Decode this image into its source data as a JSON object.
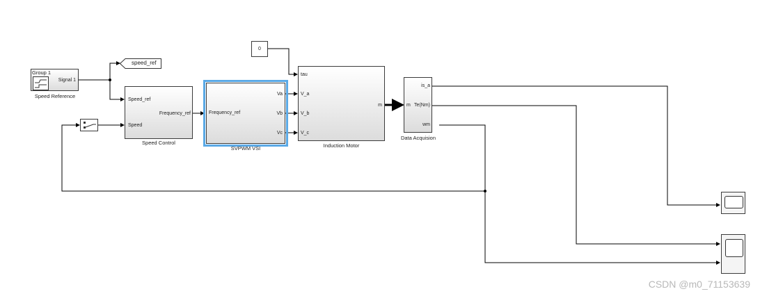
{
  "blocks": {
    "speed_reference": {
      "group_label": "Group 1",
      "signal_label": "Signal 1",
      "caption": "Speed Reference"
    },
    "goto_tag": {
      "label": "speed_ref"
    },
    "speed_control": {
      "in1": "Speed_ref",
      "in2": "Speed",
      "out": "Frequency_ref",
      "caption": "Speed Control"
    },
    "svpwm": {
      "in": "Frequency_ref",
      "out1": "Va",
      "out2": "Vb",
      "out3": "Vc",
      "caption": "SVPWM VSI"
    },
    "constant": {
      "value": "0"
    },
    "induction_motor": {
      "in_tau": "tau",
      "in1": "V_a",
      "in2": "V_b",
      "in3": "V_c",
      "out": "m",
      "caption": "Induction Motor"
    },
    "data_acquisition": {
      "in": "m",
      "out1": "is_a",
      "out2": "Te(Nm)",
      "out3": "wm",
      "caption": "Data Acquision"
    }
  },
  "watermark": "CSDN @m0_71153639",
  "colors": {
    "selection": "#5aa9e6",
    "line": "#000000"
  }
}
